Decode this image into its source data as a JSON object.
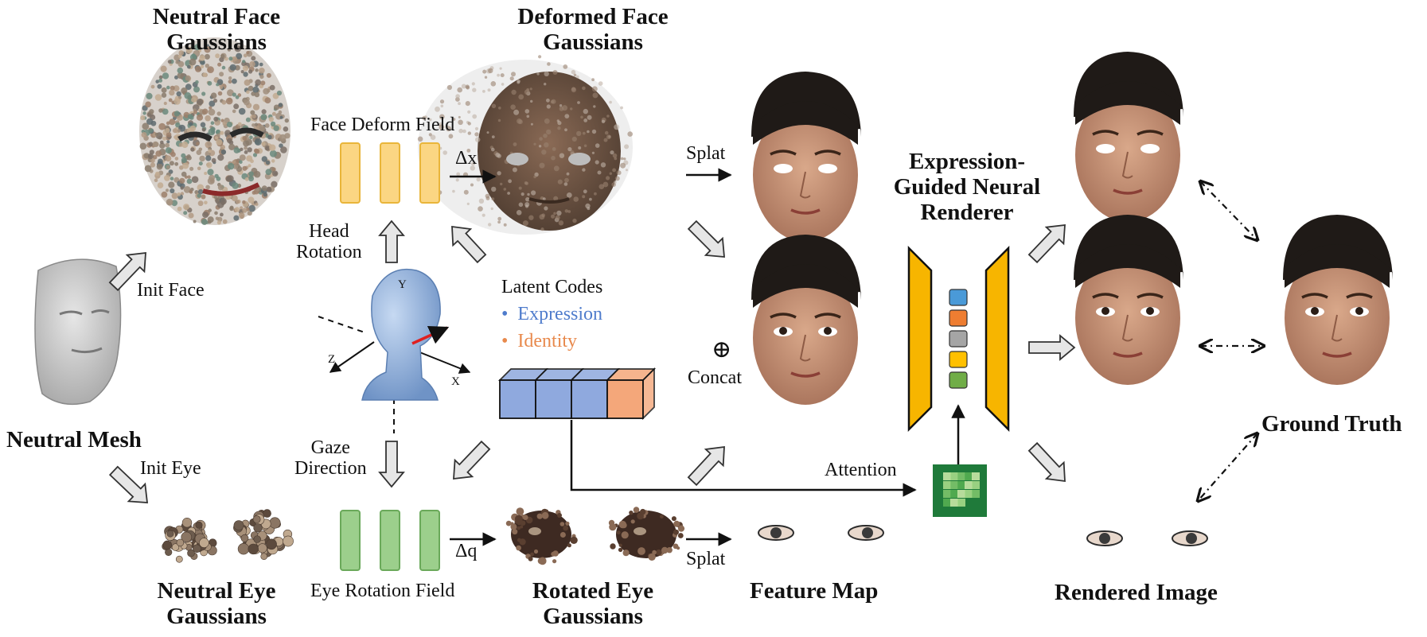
{
  "labels": {
    "neutral_face_gaussians": [
      "Neutral Face",
      "Gaussians"
    ],
    "deformed_face_gaussians": [
      "Deformed Face",
      "Gaussians"
    ],
    "face_deform_field": "Face Deform Field",
    "delta_x": "Δx",
    "splat_top": "Splat",
    "head_rotation": [
      "Head",
      "Rotation"
    ],
    "init_face": "Init Face",
    "neutral_mesh": "Neutral Mesh",
    "init_eye": "Init Eye",
    "latent_codes": "Latent Codes",
    "expression": "Expression",
    "identity": "Identity",
    "concat": "Concat",
    "axis_y": "Y",
    "axis_z": "Z",
    "axis_x": "X",
    "gaze_direction": [
      "Gaze",
      "Direction"
    ],
    "neural_renderer": [
      "Expression-",
      "Guided Neural",
      "Renderer"
    ],
    "attention": "Attention",
    "neutral_eye_gaussians": [
      "Neutral Eye",
      "Gaussians"
    ],
    "eye_rotation_field": "Eye Rotation Field",
    "delta_q": "Δq",
    "splat_bottom": "Splat",
    "rotated_eye_gaussians": [
      "Rotated Eye",
      "Gaussians"
    ],
    "feature_map": "Feature Map",
    "rendered_image": "Rendered Image",
    "ground_truth": "Ground Truth"
  },
  "colors": {
    "face_field": "#fbd683",
    "eye_field": "#9ccf8c",
    "latent_expression": "#8fa9de",
    "latent_identity": "#f4a77a",
    "expression_text": "#4f7ccc",
    "identity_text": "#e8894c",
    "renderer": "#f7b500",
    "bottleneck": [
      "#4a9ad8",
      "#ee7d31",
      "#a5a5a5",
      "#ffc000",
      "#70ad47"
    ],
    "attention_map": "#2f9e4d",
    "skin": "#c99478",
    "hair": "#1f1a17"
  }
}
